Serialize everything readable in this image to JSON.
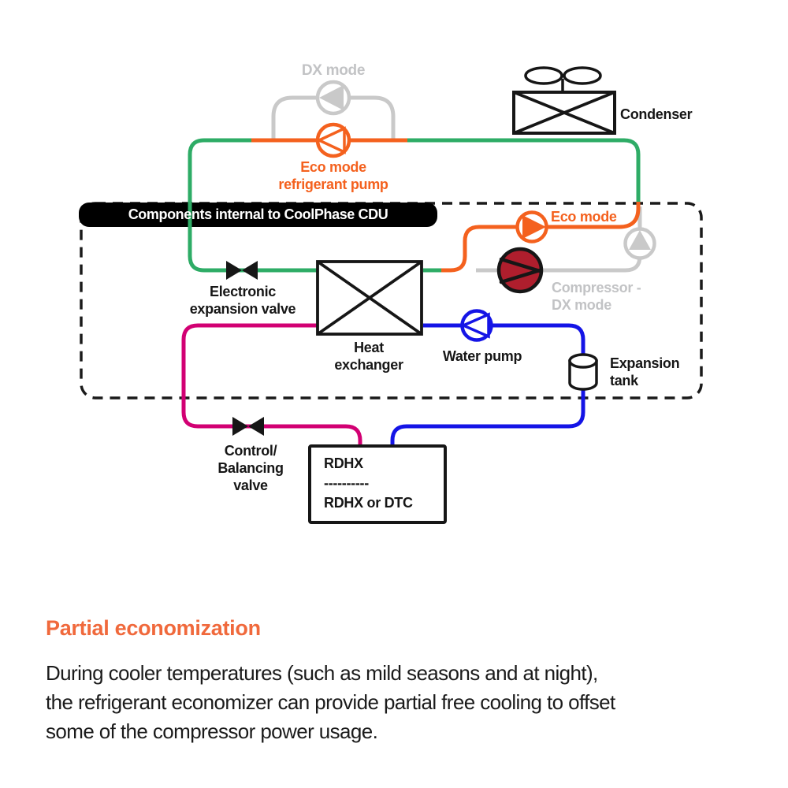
{
  "diagram": {
    "banner": "Components internal to CoolPhase CDU",
    "labels": {
      "dx_mode": "DX mode",
      "eco_refrigerant_pump": {
        "l1": "Eco mode",
        "l2": "refrigerant pump"
      },
      "condenser": "Condenser",
      "eco_mode": "Eco mode",
      "compressor": {
        "l1": "Compressor -",
        "l2": "DX mode"
      },
      "expansion_valve": {
        "l1": "Electronic",
        "l2": "expansion valve"
      },
      "heat_exchanger": {
        "l1": "Heat",
        "l2": "exchanger"
      },
      "water_pump": "Water pump",
      "expansion_tank": {
        "l1": "Expansion",
        "l2": "tank"
      },
      "control_valve": {
        "l1": "Control/",
        "l2": "Balancing",
        "l3": "valve"
      },
      "rdhx": {
        "l1": "RDHX",
        "divider": "----------",
        "l2": "RDHX or DTC"
      }
    },
    "colors": {
      "green": "#2EAC66",
      "orange": "#F4611E",
      "blue": "#1414E6",
      "magenta": "#D20073",
      "gray_line": "#C9C9C9",
      "gray_text": "#C2C3C5",
      "compressor_red": "#AF1E2D",
      "black": "#161616"
    }
  },
  "text": {
    "heading": "Partial economization",
    "body": [
      "During cooler temperatures (such as mild seasons and at night),",
      "the refrigerant economizer can provide partial free cooling to offset",
      "some of the compressor power usage."
    ]
  }
}
